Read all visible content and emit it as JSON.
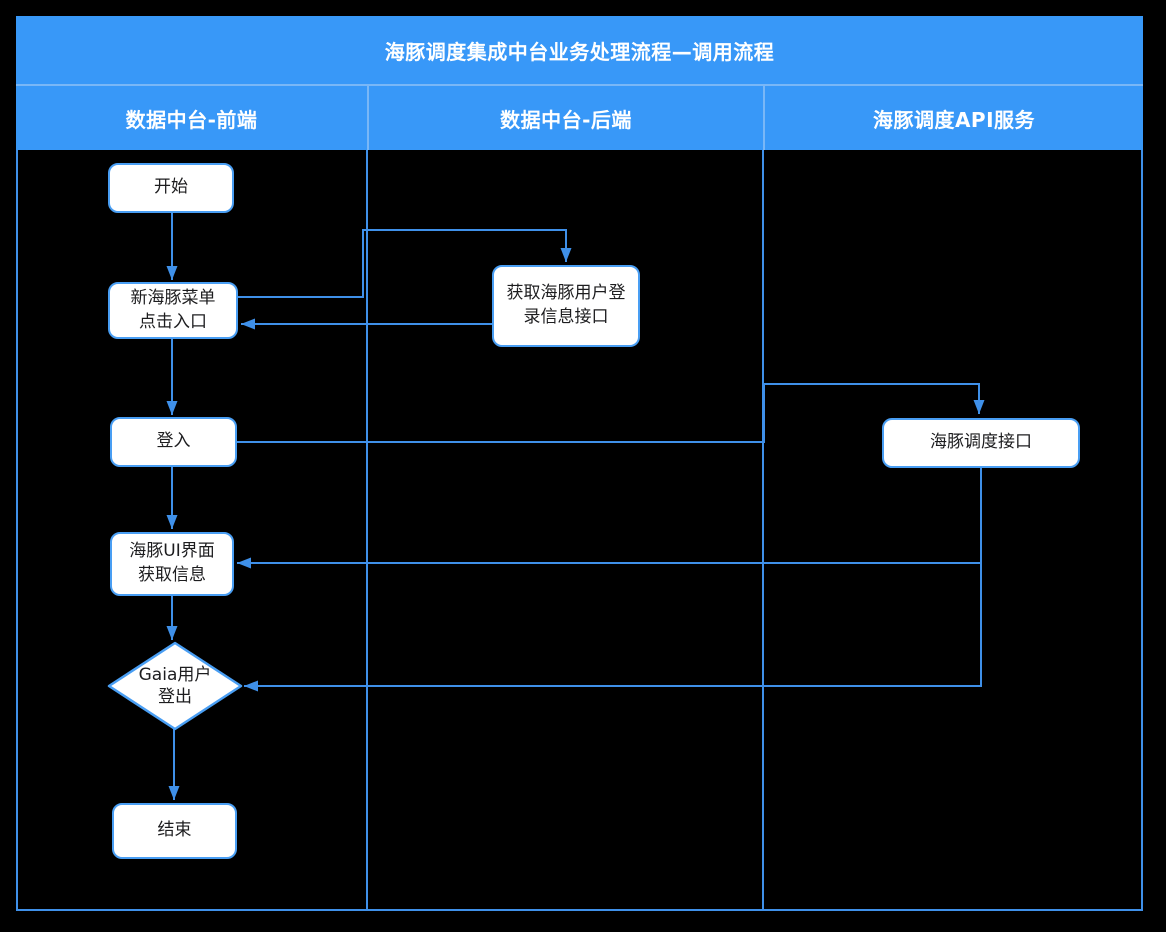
{
  "diagram": {
    "title": "海豚调度集成中台业务处理流程—调用流程",
    "lanes": [
      {
        "label": "数据中台-前端"
      },
      {
        "label": "数据中台-后端"
      },
      {
        "label": "海豚调度API服务"
      }
    ],
    "nodes": {
      "start": {
        "label": "开始",
        "shape": "rounded-rect",
        "lane": "数据中台-前端"
      },
      "menu_entry": {
        "label": "新海豚菜单\n点击入口",
        "shape": "rounded-rect",
        "lane": "数据中台-前端"
      },
      "get_login_info": {
        "label": "获取海豚用户登\n录信息接口",
        "shape": "rounded-rect",
        "lane": "数据中台-后端"
      },
      "login": {
        "label": "登入",
        "shape": "rounded-rect",
        "lane": "数据中台-前端"
      },
      "dolphin_api": {
        "label": "海豚调度接口",
        "shape": "rounded-rect",
        "lane": "海豚调度API服务"
      },
      "ui_info": {
        "label": "海豚UI界面\n获取信息",
        "shape": "rounded-rect",
        "lane": "数据中台-前端"
      },
      "gaia_logout": {
        "label": "Gaia用户\n登出",
        "shape": "diamond",
        "lane": "数据中台-前端"
      },
      "end": {
        "label": "结束",
        "shape": "rounded-rect",
        "lane": "数据中台-前端"
      }
    },
    "edges": [
      {
        "from": "start",
        "to": "menu_entry"
      },
      {
        "from": "menu_entry",
        "to": "get_login_info"
      },
      {
        "from": "get_login_info",
        "to": "menu_entry"
      },
      {
        "from": "menu_entry",
        "to": "login"
      },
      {
        "from": "login",
        "to": "dolphin_api"
      },
      {
        "from": "login",
        "to": "ui_info"
      },
      {
        "from": "dolphin_api",
        "to": "ui_info"
      },
      {
        "from": "dolphin_api",
        "to": "gaia_logout"
      },
      {
        "from": "ui_info",
        "to": "gaia_logout"
      },
      {
        "from": "gaia_logout",
        "to": "end"
      }
    ],
    "colors": {
      "background": "#000000",
      "panel_blue": "#3898f8",
      "header_separator": "#79b7f7",
      "line_blue": "#3f90e9",
      "node_border": "#499ef3",
      "node_fill": "#ffffff",
      "node_text": "#1d1d1f",
      "header_text": "#ffffff"
    }
  }
}
